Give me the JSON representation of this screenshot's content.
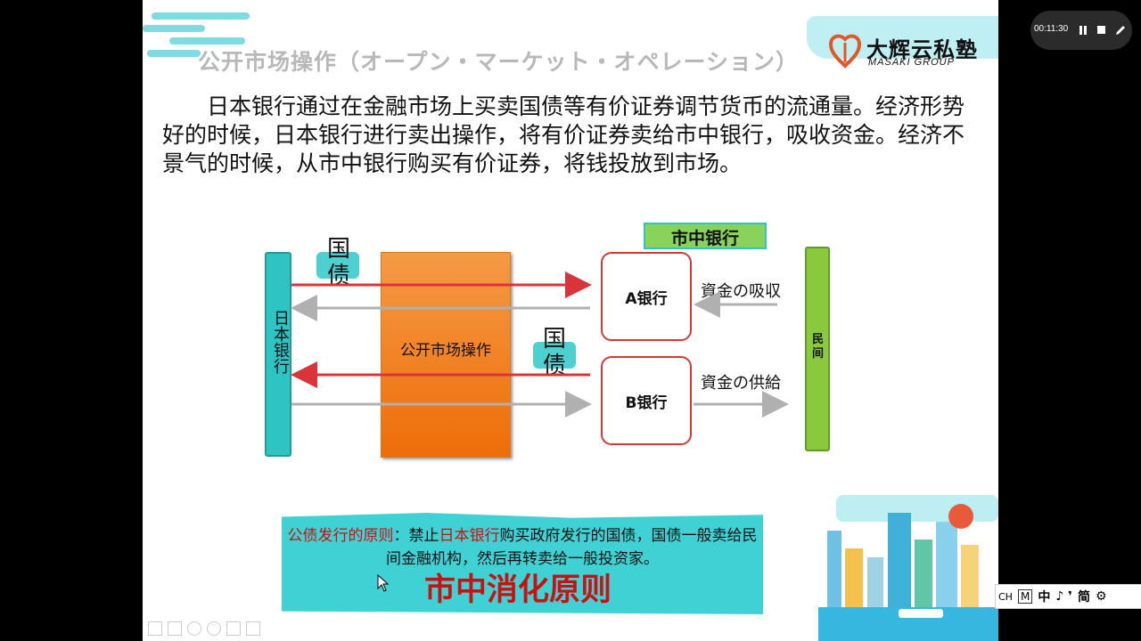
{
  "slide": {
    "title": "公开市场操作（オープン・マーケット・オペレーション）",
    "paragraph": "日本银行通过在金融市场上买卖国债等有价证券调节货币的流通量。经济形势好的时候，日本银行进行卖出操作，将有价证券卖给市中银行，吸收资金。经济不景气的时候，从市中银行购买有价证券，将钱投放到市场。",
    "logo": {
      "name": "大辉云私塾",
      "subtitle": "MASAKI GROUP"
    }
  },
  "diagram": {
    "boj_label": "日本银行",
    "market_label": "公开市场操作",
    "bond_label": "国债",
    "city_bank_header": "市中银行",
    "bank_a": "A银行",
    "bank_b": "B银行",
    "private_label": "民间",
    "flow_absorb": "資金の吸収",
    "flow_supply": "資金の供給"
  },
  "principle": {
    "term": "公债发行的原则",
    "sep": "：禁止",
    "boj": "日本银行",
    "rest": "购买政府发行的国债，国债一般卖给民间金融机构，然后再转卖给一般投资家。",
    "big": "市中消化原则"
  },
  "player": {
    "time": "00:11:30"
  },
  "tray": {
    "lang": "CH",
    "m": "M",
    "ime": "中",
    "symbols": "♪ ❜ ",
    "simplified": "简",
    "gear": "⚙"
  },
  "colors": {
    "teal": "#2ec4c4",
    "green": "#8ac83e",
    "orange": "#f07a10",
    "red": "#d23a3a",
    "gray_arrow": "#b0b0b0"
  }
}
